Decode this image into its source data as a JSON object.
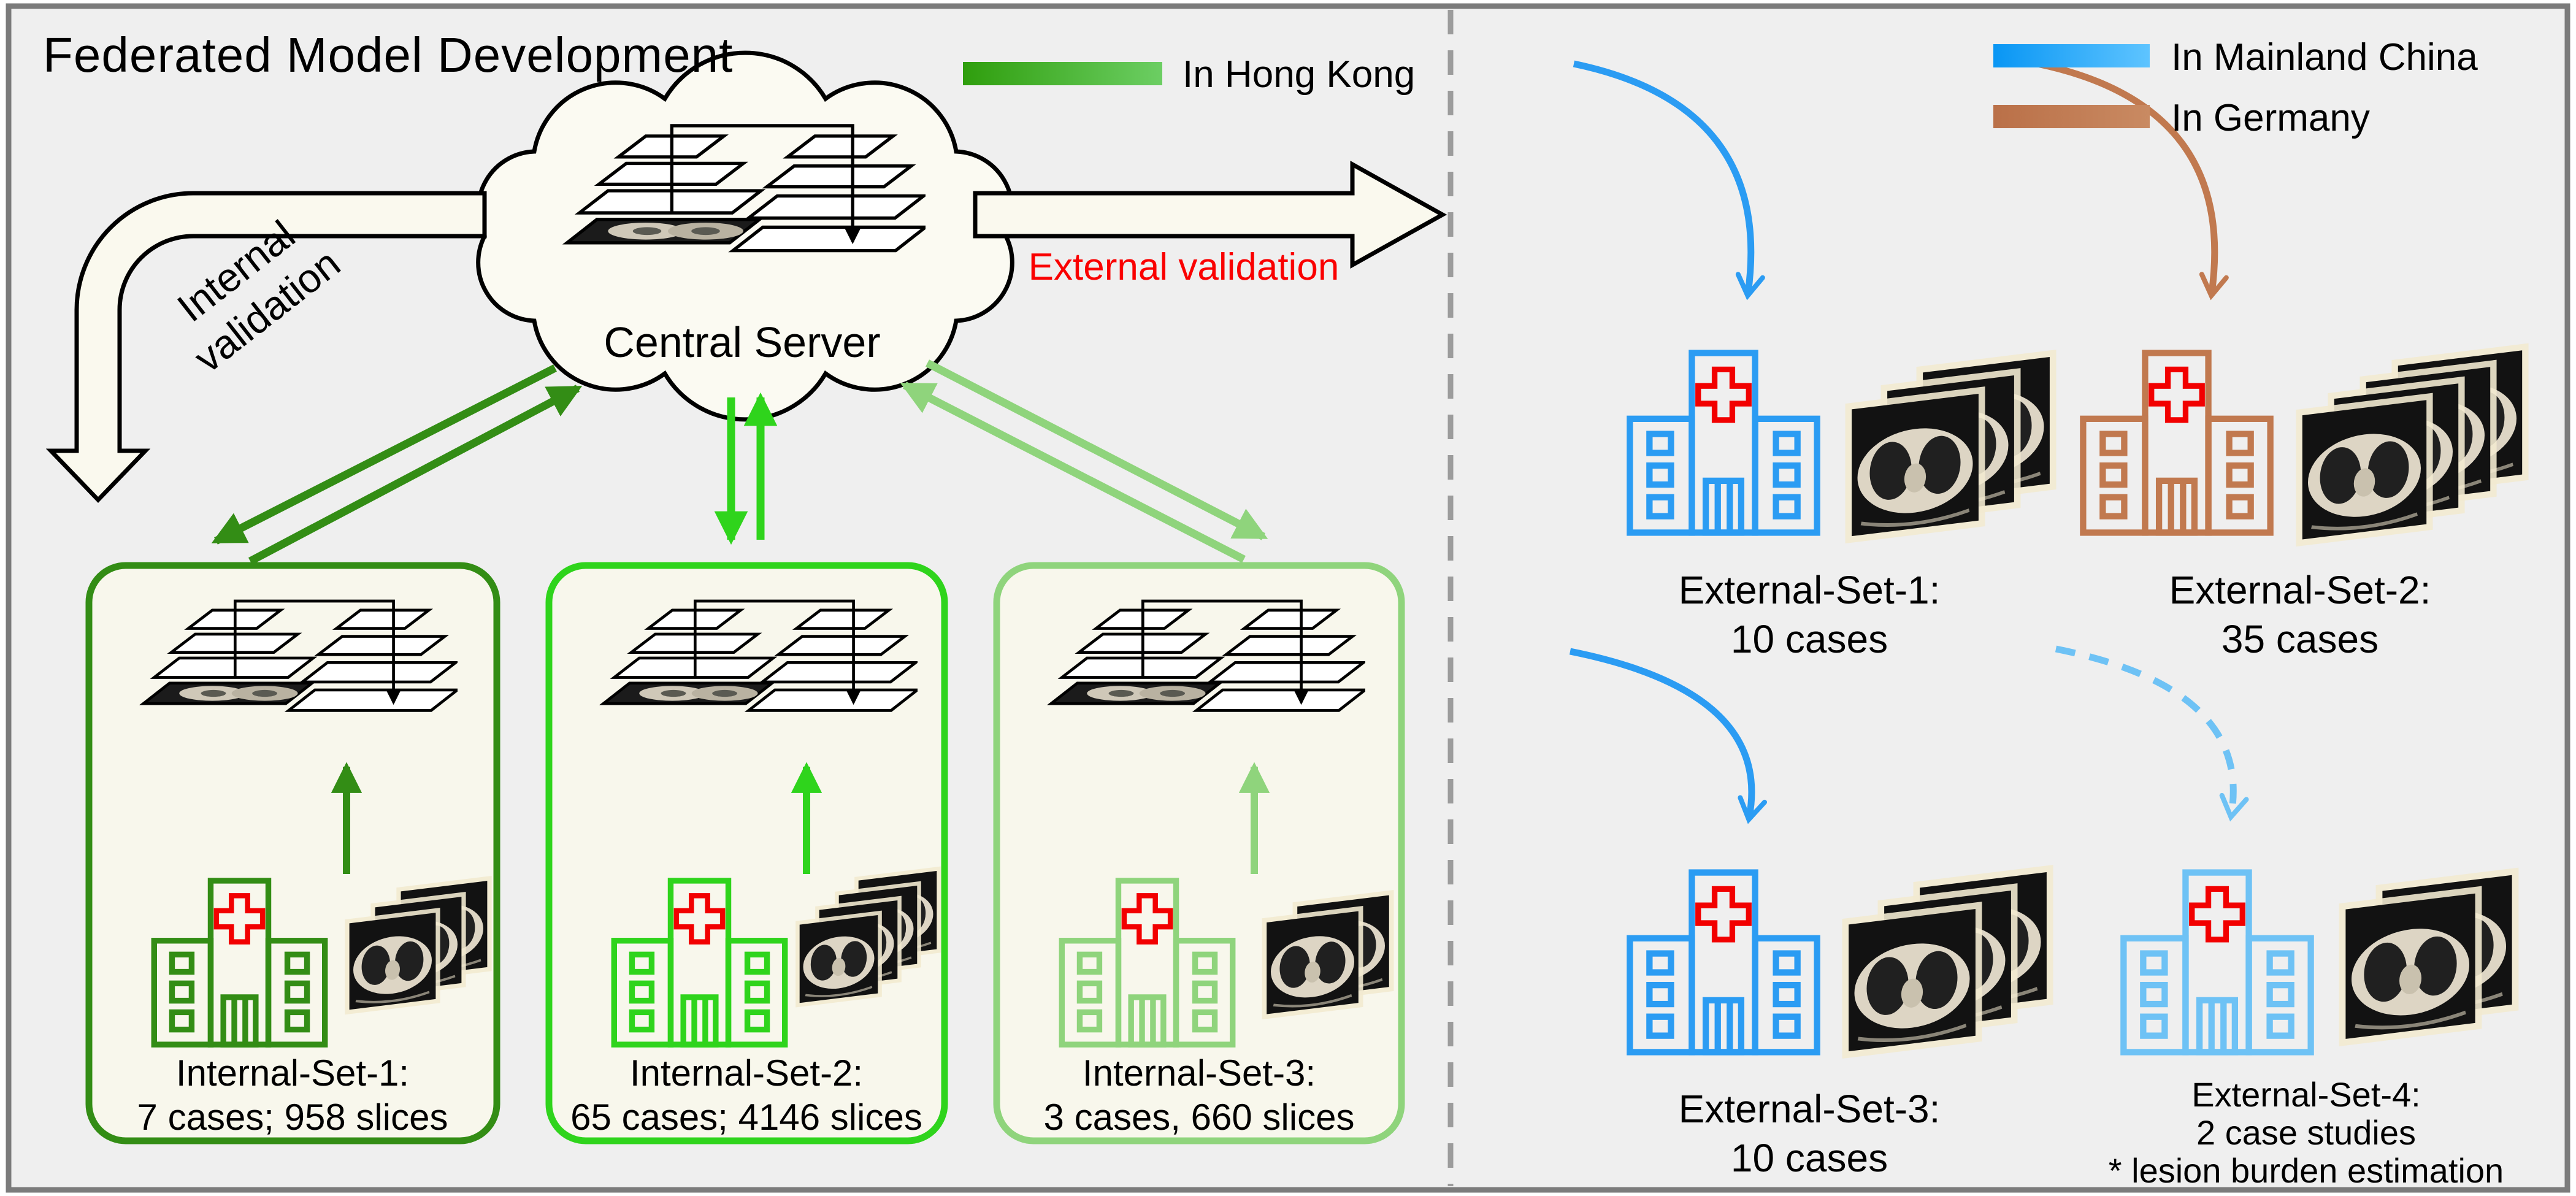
{
  "title": "Federated Model Development",
  "legend": {
    "hong_kong": {
      "label": "In Hong Kong",
      "color_start": "#2F9E0D",
      "color_end": "#6CCE63"
    },
    "mainland_china": {
      "label": "In Mainland China",
      "color_start": "#0996F4",
      "color_end": "#5EC4FF"
    },
    "germany": {
      "label": "In Germany",
      "color_start": "#BA7048",
      "color_end": "#C98A62"
    }
  },
  "cloud": {
    "label": "Central Server"
  },
  "flows": {
    "internal": {
      "line1": "Internal",
      "line2": "validation"
    },
    "external": {
      "label": "External validation",
      "color": "#FA0000"
    }
  },
  "internal_sets": [
    {
      "name": "Internal-Set-1:",
      "stats": "7 cases; 958 slices",
      "accent": "#338D15",
      "ct_slices": 3
    },
    {
      "name": "Internal-Set-2:",
      "stats": "65 cases; 4146 slices",
      "accent": "#2FD41C",
      "ct_slices": 4
    },
    {
      "name": "Internal-Set-3:",
      "stats": "3 cases, 660 slices",
      "accent": "#8FD47C",
      "ct_slices": 2
    }
  ],
  "external_sets": [
    {
      "name": "External-Set-1:",
      "stats": "10 cases",
      "region": "mainland_china",
      "accent": "#2B9CF3",
      "ct_slices": 3
    },
    {
      "name": "External-Set-2:",
      "stats": "35 cases",
      "region": "germany",
      "accent": "#C1794F",
      "ct_slices": 4
    },
    {
      "name": "External-Set-3:",
      "stats": "10 cases",
      "region": "mainland_china",
      "accent": "#2B9CF3",
      "ct_slices": 3
    },
    {
      "name": "External-Set-4:",
      "stats": "2 case studies",
      "note": "* lesion burden estimation",
      "region": "mainland_china",
      "accent": "#6EC2F5",
      "ct_slices": 2
    }
  ],
  "icons": {
    "cloud": "cloud-icon",
    "model": "unet-layers-icon",
    "hospital": "hospital-icon",
    "ct_stack": "ct-stack-icon"
  }
}
